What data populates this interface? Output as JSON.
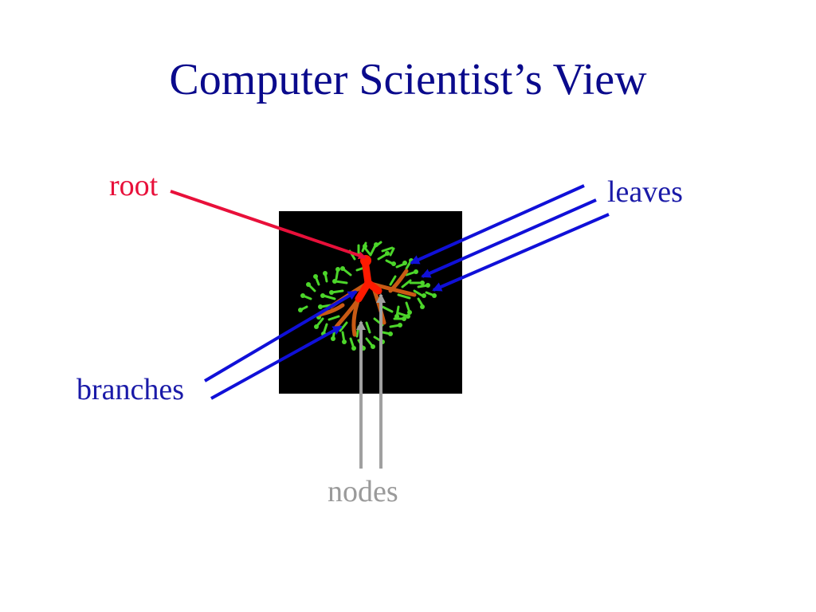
{
  "slide": {
    "title": "Computer Scientist’s View"
  },
  "labels": {
    "root": "root",
    "leaves": "leaves",
    "branches": "branches",
    "nodes": "nodes"
  },
  "colors": {
    "title": "#0a0a8c",
    "root_arrow": "#e8103a",
    "blue_arrow": "#1010d8",
    "nodes_arrow": "#a0a0a0",
    "tree_background": "#000000",
    "leaf": "#4cd62a",
    "branch": "#c85a14",
    "trunk": "#ff1a00"
  }
}
